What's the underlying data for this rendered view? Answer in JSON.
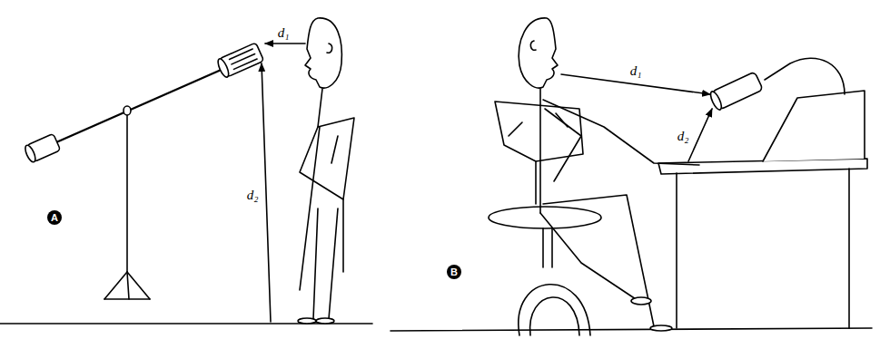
{
  "diagram": {
    "labels": [
      "A",
      "d₁",
      "d₂",
      "B",
      "d₁",
      "d₂"
    ]
  }
}
